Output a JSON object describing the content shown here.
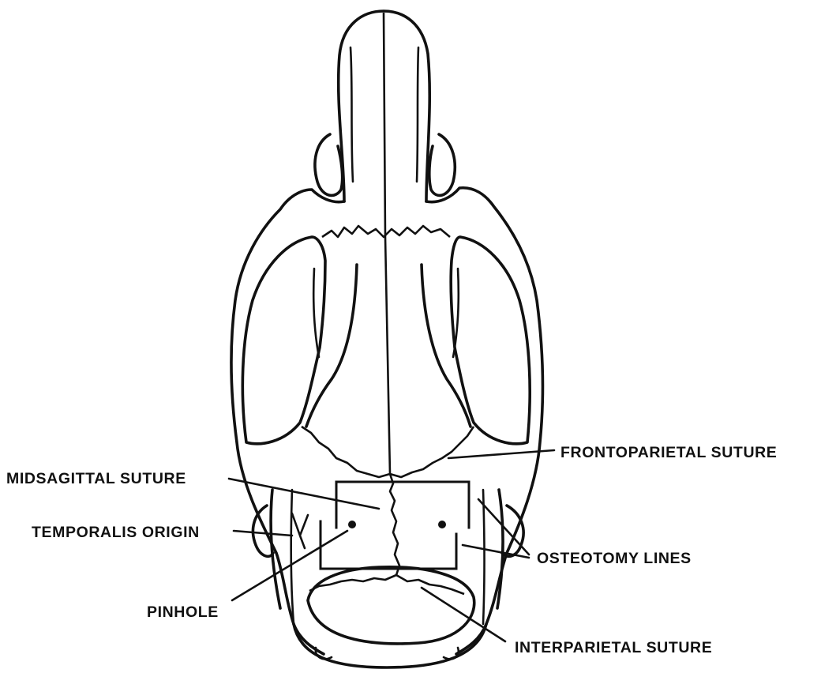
{
  "labels": {
    "frontoparietal_suture": "FRONTOPARIETAL SUTURE",
    "midsagittal_suture": "MIDSAGITTAL SUTURE",
    "temporalis_origin": "TEMPORALIS ORIGIN",
    "osteotomy_lines": "OSTEOTOMY LINES",
    "pinhole": "PINHOLE",
    "interparietal_suture": "INTERPARIETAL SUTURE"
  },
  "colors": {
    "ink": "#111111",
    "paper": "#ffffff"
  }
}
